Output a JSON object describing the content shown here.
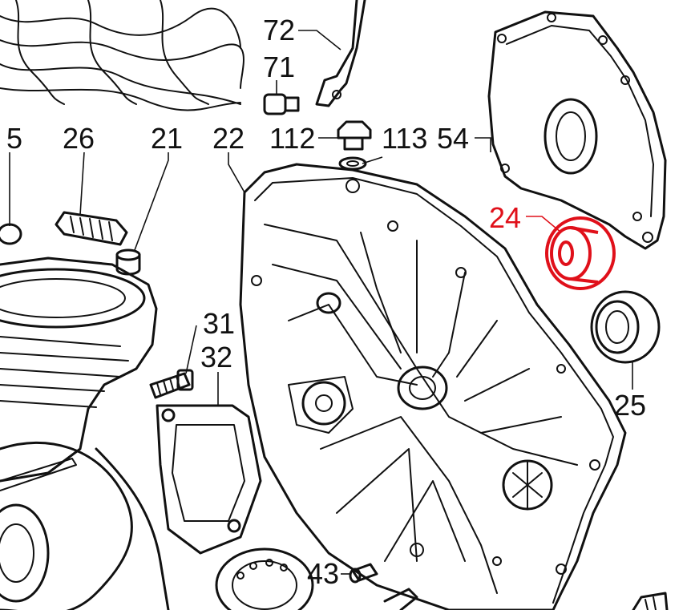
{
  "diagram": {
    "highlight_color": "#e0101a",
    "line_color": "#111111",
    "labels": {
      "p5": "5",
      "p26": "26",
      "p21": "21",
      "p22": "22",
      "p72": "72",
      "p71": "71",
      "p112": "112",
      "p113": "113",
      "p54": "54",
      "p24": "24",
      "p31": "31",
      "p32": "32",
      "p25": "25",
      "p43": "43"
    }
  }
}
